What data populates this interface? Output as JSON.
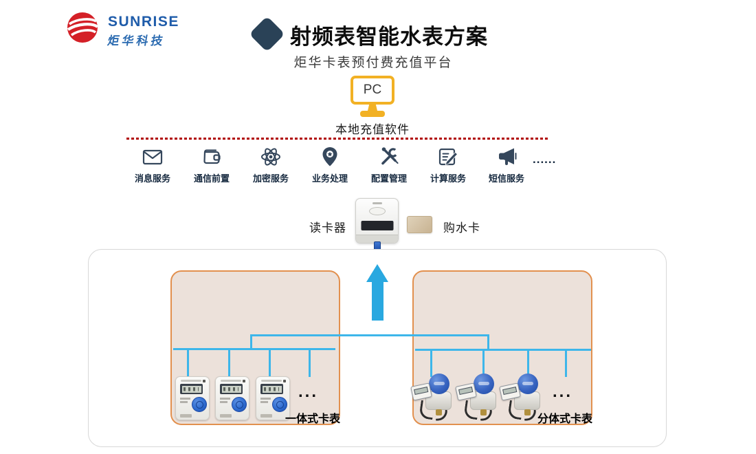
{
  "logo": {
    "brand": "SUNRISE",
    "company": "炬华科技"
  },
  "header": {
    "title": "射频表智能水表方案",
    "subtitle": "炬华卡表预付费充值平台"
  },
  "platform": {
    "pc_label": "PC",
    "software_label": "本地充值软件"
  },
  "services": {
    "items": [
      {
        "label": "消息服务",
        "icon": "envelope-icon"
      },
      {
        "label": "通信前置",
        "icon": "wallet-icon"
      },
      {
        "label": "加密服务",
        "icon": "atom-icon"
      },
      {
        "label": "业务处理",
        "icon": "location-pin-icon"
      },
      {
        "label": "配置管理",
        "icon": "tools-icon"
      },
      {
        "label": "计算服务",
        "icon": "document-pen-icon"
      },
      {
        "label": "短信服务",
        "icon": "megaphone-icon"
      }
    ],
    "more": "......"
  },
  "card_section": {
    "reader_label": "读卡器",
    "card_label": "购水卡"
  },
  "zones": {
    "left": {
      "label": "一体式卡表",
      "more": "..."
    },
    "right": {
      "label": "分体式卡表",
      "more": "..."
    }
  },
  "colors": {
    "diamond_navy": "#2a4257",
    "logo_red": "#d42027",
    "logo_blue": "#1f5caa",
    "pc_yellow": "#f2b124",
    "dashed_red": "#b00000",
    "icon_dark": "#35475c",
    "line_blue": "#3db6ea",
    "arrow_blue": "#29a8e0",
    "zone_border_orange": "#e2904e",
    "zone_fill": "#ece1da"
  }
}
